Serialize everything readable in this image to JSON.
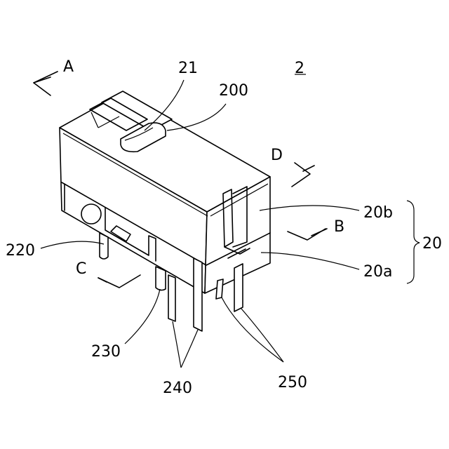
{
  "figure": {
    "number": "2",
    "labels": {
      "A": "A",
      "B": "B",
      "C": "C",
      "D": "D",
      "n21": "21",
      "n200": "200",
      "n20b": "20b",
      "n20": "20",
      "n20a": "20a",
      "n220": "220",
      "n230": "230",
      "n240": "240",
      "n250": "250"
    }
  }
}
